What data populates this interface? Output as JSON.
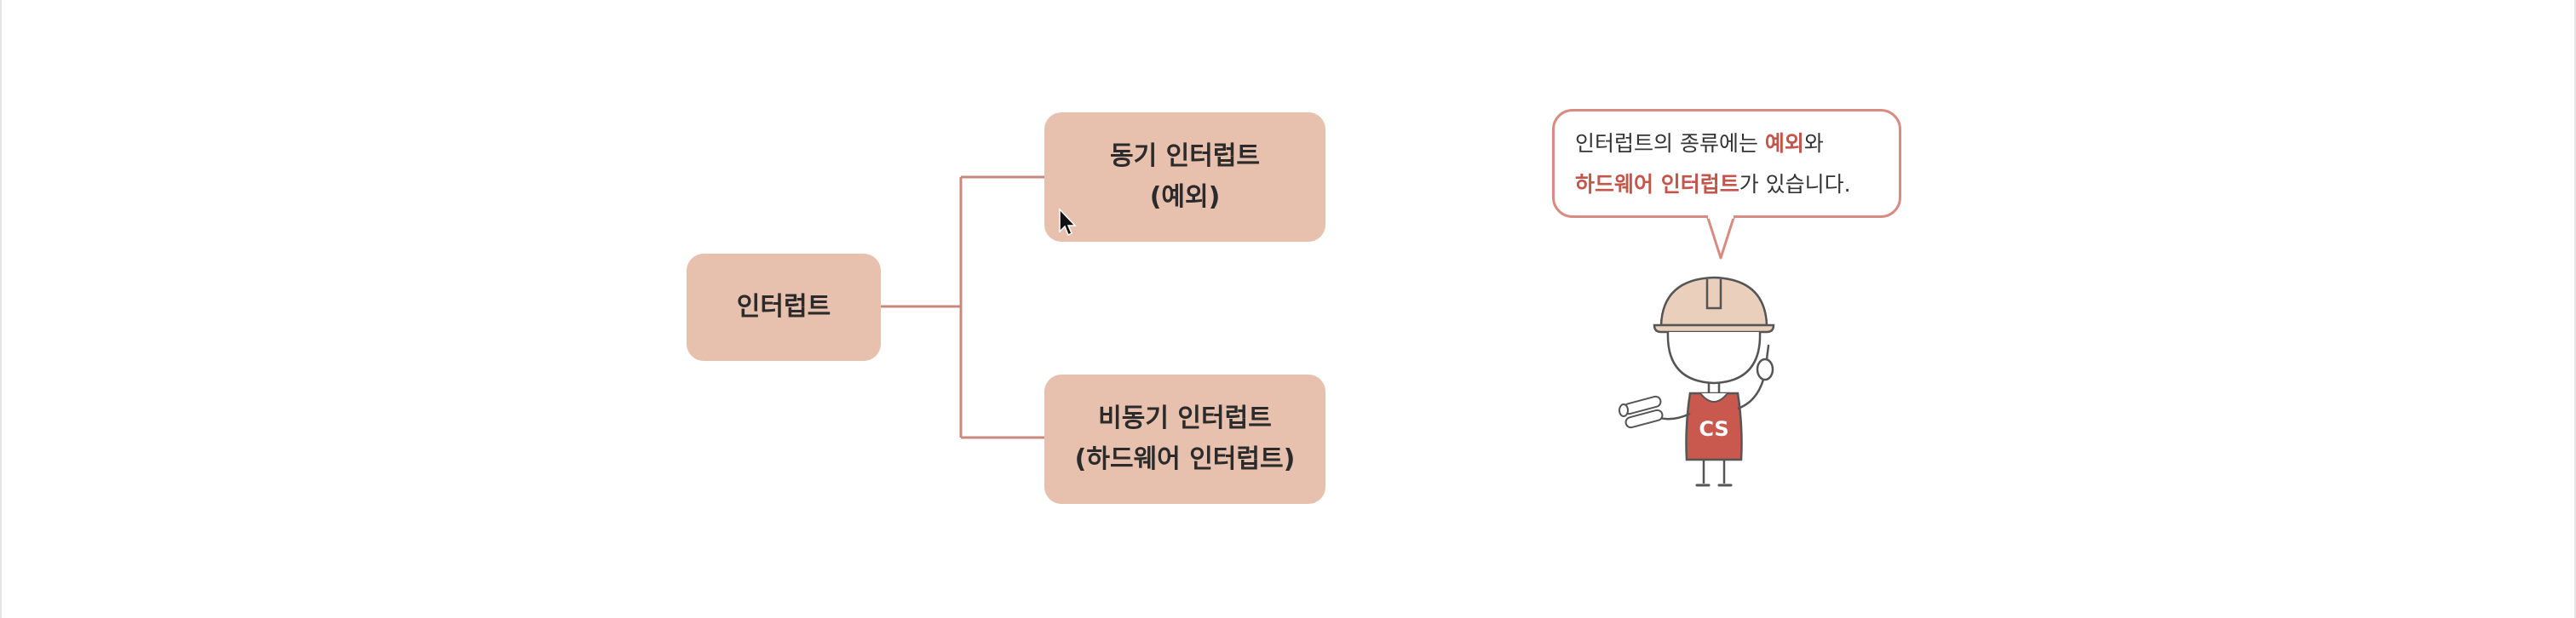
{
  "diagram": {
    "root": {
      "label": "인터럽트"
    },
    "children": [
      {
        "line1": "동기 인터럽트",
        "line2": "(예외)"
      },
      {
        "line1": "비동기 인터럽트",
        "line2": "(하드웨어 인터럽트)"
      }
    ]
  },
  "speech_bubble": {
    "line1_part1": "인터럽트의 종류에는 ",
    "line1_highlight": "예외",
    "line1_part2": "와",
    "line2_highlight": "하드웨어 인터럽트",
    "line2_part2": "가 있습니다."
  },
  "mascot": {
    "shirt_text": "CS"
  },
  "colors": {
    "box_fill": "#e8c1ae",
    "connector": "#c98a7e",
    "highlight": "#c2564b",
    "bubble_border": "#d98b82",
    "shirt": "#c9584e",
    "helmet": "#ead0bc"
  }
}
